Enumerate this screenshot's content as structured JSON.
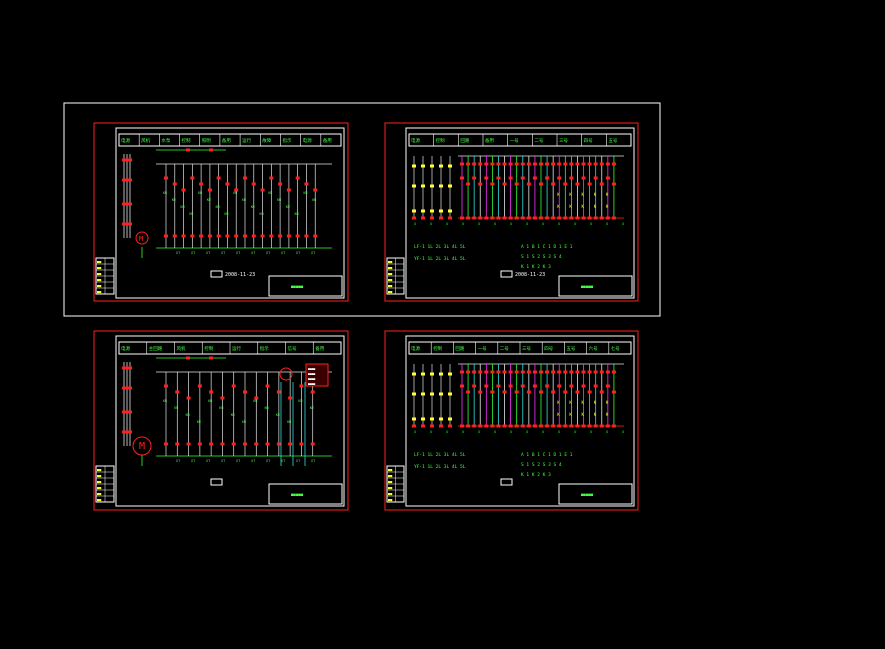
{
  "colors": {
    "background": "#000000",
    "outer_frame": "#ffffff",
    "sheet_border": "#ff2020",
    "inner_frame": "#ffffff",
    "wire_green": "#33ff33",
    "wire_white": "#e6e6e6",
    "wire_magenta": "#ff33ff",
    "wire_cyan": "#33dddd",
    "wire_yellow": "#ffff33",
    "component_red": "#ff2020",
    "label_green": "#44ff44"
  },
  "sheets": [
    {
      "id": "sheet-1",
      "date_text": "2008-11-23",
      "header_cells": [
        "电源",
        "风机",
        "水泵",
        "控制",
        "照明",
        "备用",
        "运行",
        "故障",
        "指示",
        "电源",
        "备用"
      ]
    },
    {
      "id": "sheet-2",
      "date_text": "2008-11-23",
      "header_cells": [
        "电源",
        "控制",
        "回路",
        "备用",
        "一号",
        "二号",
        "三号",
        "四号",
        "五号"
      ],
      "legend_lines": [
        "LF-1 1L 2L 3L 4L 5L",
        "YF-1 1L 2L 3L 4L 5L"
      ],
      "note_lines": [
        "A 1 B 1 C 1 D 1 E 1",
        "S 1 S 2 S 3 S 4",
        "K 1 K 2 K 3"
      ]
    },
    {
      "id": "sheet-3",
      "date_text": "",
      "header_cells": [
        "电源",
        "主回路",
        "风机",
        "控制",
        "运行",
        "指示",
        "信号",
        "备用"
      ]
    },
    {
      "id": "sheet-4",
      "date_text": "",
      "header_cells": [
        "电源",
        "控制",
        "回路",
        "一号",
        "二号",
        "三号",
        "四号",
        "五号",
        "六号",
        "七号"
      ],
      "legend_lines": [
        "LF-1 1L 2L 3L 4L 5L",
        "YF-1 1L 2L 3L 4L 5L"
      ],
      "note_lines": [
        "A 1 B 1 C 1 D 1 E 1",
        "S 1 S 2 S 3 S 4",
        "K 1 K 2 K 3"
      ]
    }
  ]
}
